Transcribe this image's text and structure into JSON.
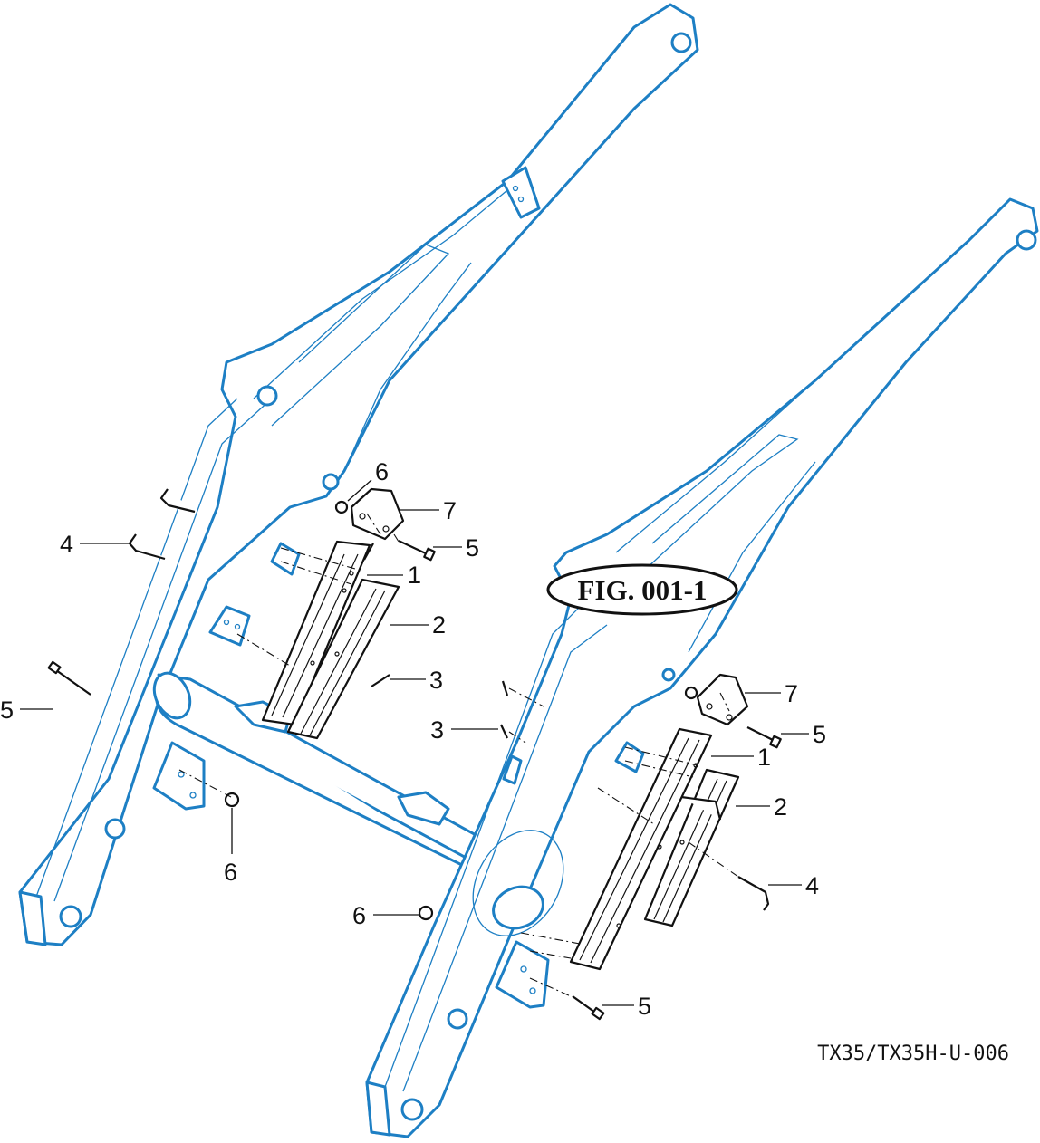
{
  "figure": {
    "label": "FIG. 001-1",
    "document_code": "TX35/TX35H-U-006"
  },
  "colors": {
    "frame_outline": "#1d7fc4",
    "parts_outline": "#111111",
    "background": "#ffffff"
  },
  "callouts": {
    "left_frame": [
      "6",
      "7",
      "5",
      "4",
      "1",
      "2",
      "3",
      "5",
      "6"
    ],
    "right_frame": [
      "7",
      "5",
      "3",
      "1",
      "2",
      "4",
      "6",
      "5"
    ]
  },
  "icons": [
    "loader-frame-drawing",
    "stand-leg-drawing",
    "pin-drawing",
    "bolt-drawing",
    "nut-drawing",
    "bracket-drawing"
  ]
}
